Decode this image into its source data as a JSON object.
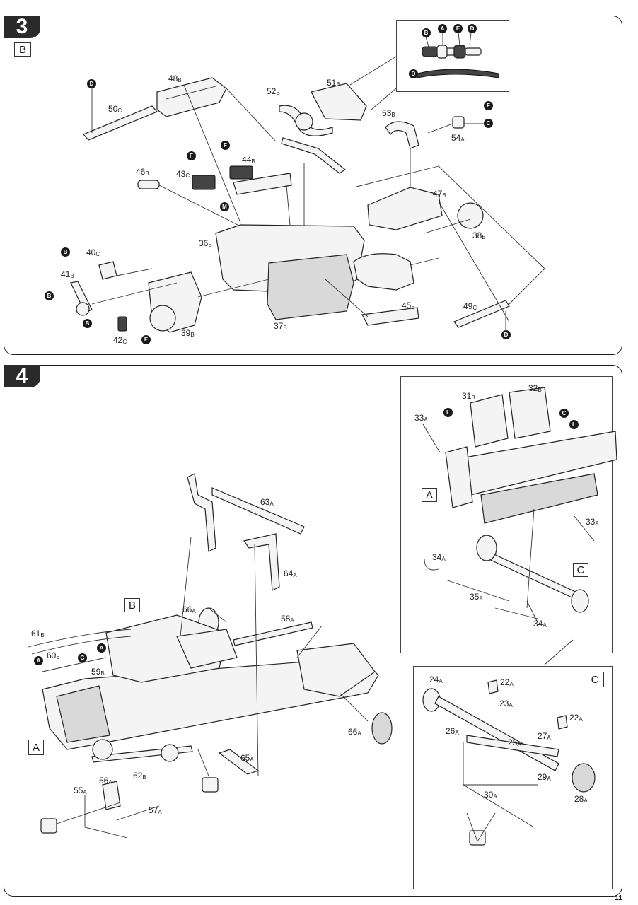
{
  "step3": {
    "number": "3",
    "view_label": "B",
    "labels": [
      {
        "num": "48",
        "suf": "B"
      },
      {
        "num": "50",
        "suf": "C"
      },
      {
        "num": "51",
        "suf": "B"
      },
      {
        "num": "52",
        "suf": "B"
      },
      {
        "num": "53",
        "suf": "B"
      },
      {
        "num": "54",
        "suf": "A"
      },
      {
        "num": "44",
        "suf": "B"
      },
      {
        "num": "43",
        "suf": "C"
      },
      {
        "num": "46",
        "suf": "B"
      },
      {
        "num": "47",
        "suf": "B"
      },
      {
        "num": "38",
        "suf": "B"
      },
      {
        "num": "36",
        "suf": "B"
      },
      {
        "num": "40",
        "suf": "C"
      },
      {
        "num": "41",
        "suf": "B"
      },
      {
        "num": "42",
        "suf": "C"
      },
      {
        "num": "39",
        "suf": "B"
      },
      {
        "num": "37",
        "suf": "B"
      },
      {
        "num": "45",
        "suf": "B"
      },
      {
        "num": "49",
        "suf": "C"
      }
    ],
    "badges": [
      "B",
      "A",
      "E",
      "D",
      "D",
      "D",
      "F",
      "C",
      "F",
      "F",
      "M",
      "B",
      "B",
      "B",
      "E",
      "D"
    ]
  },
  "step4": {
    "number": "4",
    "view_label_b": "B",
    "view_label_a": "A",
    "inset_a_label": "A",
    "inset_c_marker": "C",
    "inset_c_label": "C",
    "labels": [
      {
        "num": "63",
        "suf": "A"
      },
      {
        "num": "64",
        "suf": "A"
      },
      {
        "num": "66",
        "suf": "A"
      },
      {
        "num": "58",
        "suf": "A"
      },
      {
        "num": "61",
        "suf": "B"
      },
      {
        "num": "60",
        "suf": "B"
      },
      {
        "num": "59",
        "suf": "B"
      },
      {
        "num": "66",
        "suf": "A"
      },
      {
        "num": "65",
        "suf": "A"
      },
      {
        "num": "56",
        "suf": "A"
      },
      {
        "num": "55",
        "suf": "A"
      },
      {
        "num": "62",
        "suf": "B"
      },
      {
        "num": "57",
        "suf": "A"
      }
    ],
    "inset_a_labels": [
      {
        "num": "31",
        "suf": "B"
      },
      {
        "num": "32",
        "suf": "B"
      },
      {
        "num": "33",
        "suf": "A"
      },
      {
        "num": "33",
        "suf": "A"
      },
      {
        "num": "34",
        "suf": "A"
      },
      {
        "num": "35",
        "suf": "A"
      },
      {
        "num": "34",
        "suf": "A"
      }
    ],
    "inset_c_labels": [
      {
        "num": "24",
        "suf": "A"
      },
      {
        "num": "22",
        "suf": "A"
      },
      {
        "num": "23",
        "suf": "A"
      },
      {
        "num": "22",
        "suf": "A"
      },
      {
        "num": "26",
        "suf": "A"
      },
      {
        "num": "25",
        "suf": "A"
      },
      {
        "num": "27",
        "suf": "A"
      },
      {
        "num": "29",
        "suf": "A"
      },
      {
        "num": "30",
        "suf": "A"
      },
      {
        "num": "28",
        "suf": "A"
      }
    ],
    "badges": [
      "A",
      "G",
      "A",
      "L",
      "C",
      "L"
    ]
  },
  "page_number": "11"
}
